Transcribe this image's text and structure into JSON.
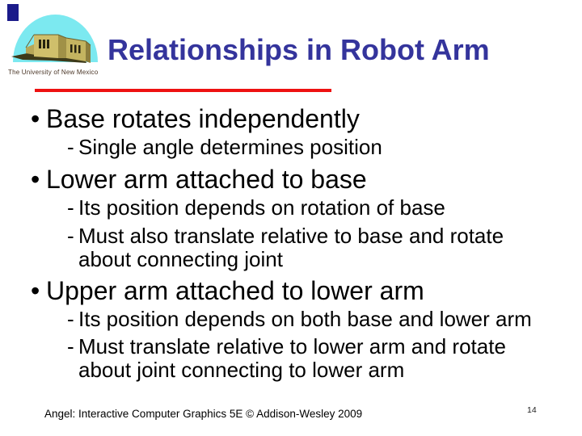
{
  "slide": {
    "logo": {
      "caption": "The University of New Mexico"
    },
    "title": "Relationships in Robot Arm",
    "bullets": [
      {
        "marker": "•",
        "text": "Base rotates independently"
      },
      {
        "marker": "-",
        "text": "Single angle determines position"
      },
      {
        "marker": "•",
        "text": "Lower arm attached to base"
      },
      {
        "marker": "-",
        "text": "Its position depends on rotation of base"
      },
      {
        "marker": "-",
        "text": "Must also translate relative to base and rotate",
        "cont": "about connecting joint"
      },
      {
        "marker": "•",
        "text": "Upper arm attached to lower arm"
      },
      {
        "marker": "-",
        "text": "Its position depends on both base and lower arm"
      },
      {
        "marker": "-",
        "text": "Must translate relative to lower arm and rotate",
        "cont": "about joint connecting to lower arm"
      }
    ],
    "footer": "Angel: Interactive Computer Graphics 5E © Addison-Wesley 2009",
    "page_number": "14",
    "colors": {
      "title_blue": "#34349c",
      "rule_red": "#ee1111",
      "corner_navy": "#1b1b8a",
      "sky_cyan": "#7ce9f0",
      "adobe_tan": "#cfbf6b",
      "adobe_dark": "#a09147",
      "shadow_olive": "#3e3a19",
      "caption_brown": "#4a3526"
    }
  }
}
